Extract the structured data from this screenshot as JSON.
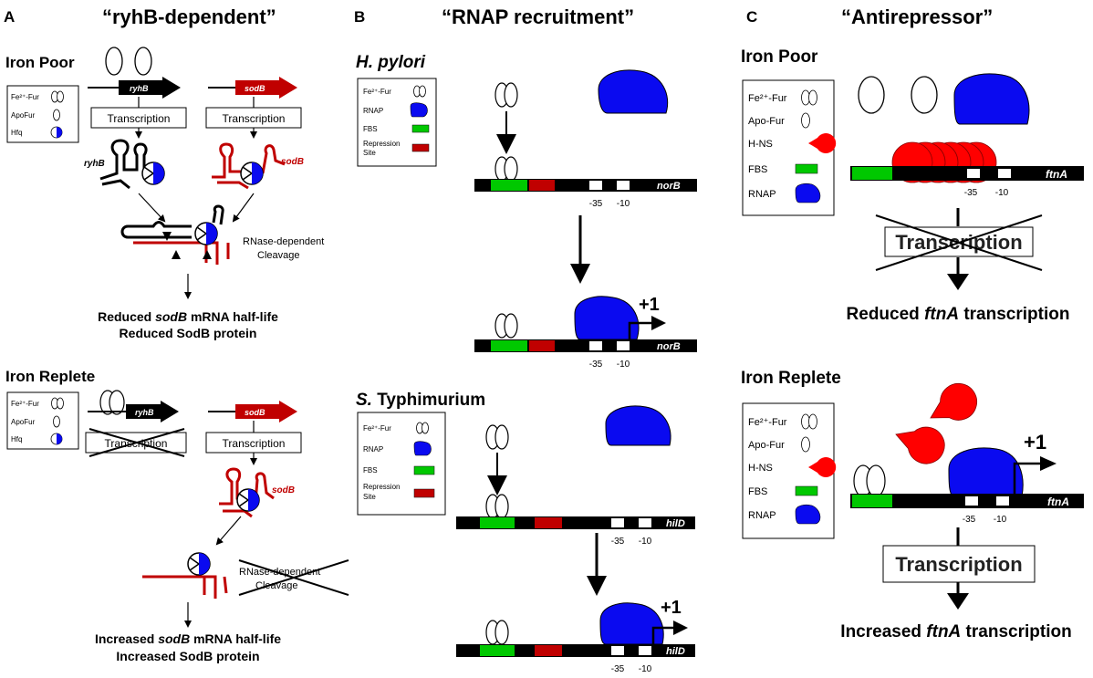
{
  "panelA": {
    "letter": "A",
    "title": "“ryhB-dependent”",
    "poor": {
      "heading": "Iron Poor",
      "legend": [
        "Fe²⁺-Fur",
        "ApoFur",
        "Hfq"
      ],
      "gene1": "ryhB",
      "gene2": "sodB",
      "tx1": "Transcription",
      "tx2": "Transcription",
      "rna1": "ryhB",
      "rna2": "sodB",
      "cleavage": [
        "RNase-dependent",
        "Cleavage"
      ],
      "result": [
        "Reduced ",
        "sodB",
        " mRNA half-life"
      ],
      "result2": "Reduced SodB protein"
    },
    "replete": {
      "heading": "Iron Replete",
      "legend": [
        "Fe²⁺-Fur",
        "ApoFur",
        "Hfq"
      ],
      "gene1": "ryhB",
      "gene2": "sodB",
      "tx1": "Transcription",
      "tx2": "Transcription",
      "rna2": "sodB",
      "cleavage": [
        "RNase-dependent",
        "Cleavage"
      ],
      "result": [
        "Increased ",
        "sodB",
        " mRNA half-life"
      ],
      "result2": "Increased SodB protein"
    }
  },
  "panelB": {
    "letter": "B",
    "title": "“RNAP recruitment”",
    "hp": {
      "heading": "H. pylori",
      "legend": [
        "Fe²⁺-Fur",
        "RNAP",
        "FBS",
        "Repression",
        "Site"
      ],
      "gene": "norB",
      "m35": "-35",
      "m10": "-10",
      "start": "+1"
    },
    "st": {
      "heading_i": "S.",
      "heading_r": " Typhimurium",
      "legend": [
        "Fe²⁺-Fur",
        "RNAP",
        "FBS",
        "Repression",
        "Site"
      ],
      "gene": "hilD",
      "m35": "-35",
      "m10": "-10",
      "start": "+1"
    }
  },
  "panelC": {
    "letter": "C",
    "title": "“Antirepressor”",
    "poor": {
      "heading": "Iron Poor",
      "legend": [
        "Fe²⁺-Fur",
        "Apo-Fur",
        "H-NS",
        "FBS",
        "RNAP"
      ],
      "gene": "ftnA",
      "m35": "-35",
      "m10": "-10",
      "tx": "Transcription",
      "result": [
        "Reduced ",
        "ftnA",
        " transcription"
      ]
    },
    "replete": {
      "heading": "Iron Replete",
      "legend": [
        "Fe²⁺-Fur",
        "Apo-Fur",
        "H-NS",
        "FBS",
        "RNAP"
      ],
      "gene": "ftnA",
      "m35": "-35",
      "m10": "-10",
      "start": "+1",
      "tx": "Transcription",
      "result": [
        "Increased ",
        "ftnA",
        " transcription"
      ]
    }
  },
  "colors": {
    "rnap": "#0a0af0",
    "fbs": "#00c800",
    "repression": "#c00000",
    "hns": "#ff0000",
    "sodb": "#c00000",
    "dna": "#000000"
  }
}
